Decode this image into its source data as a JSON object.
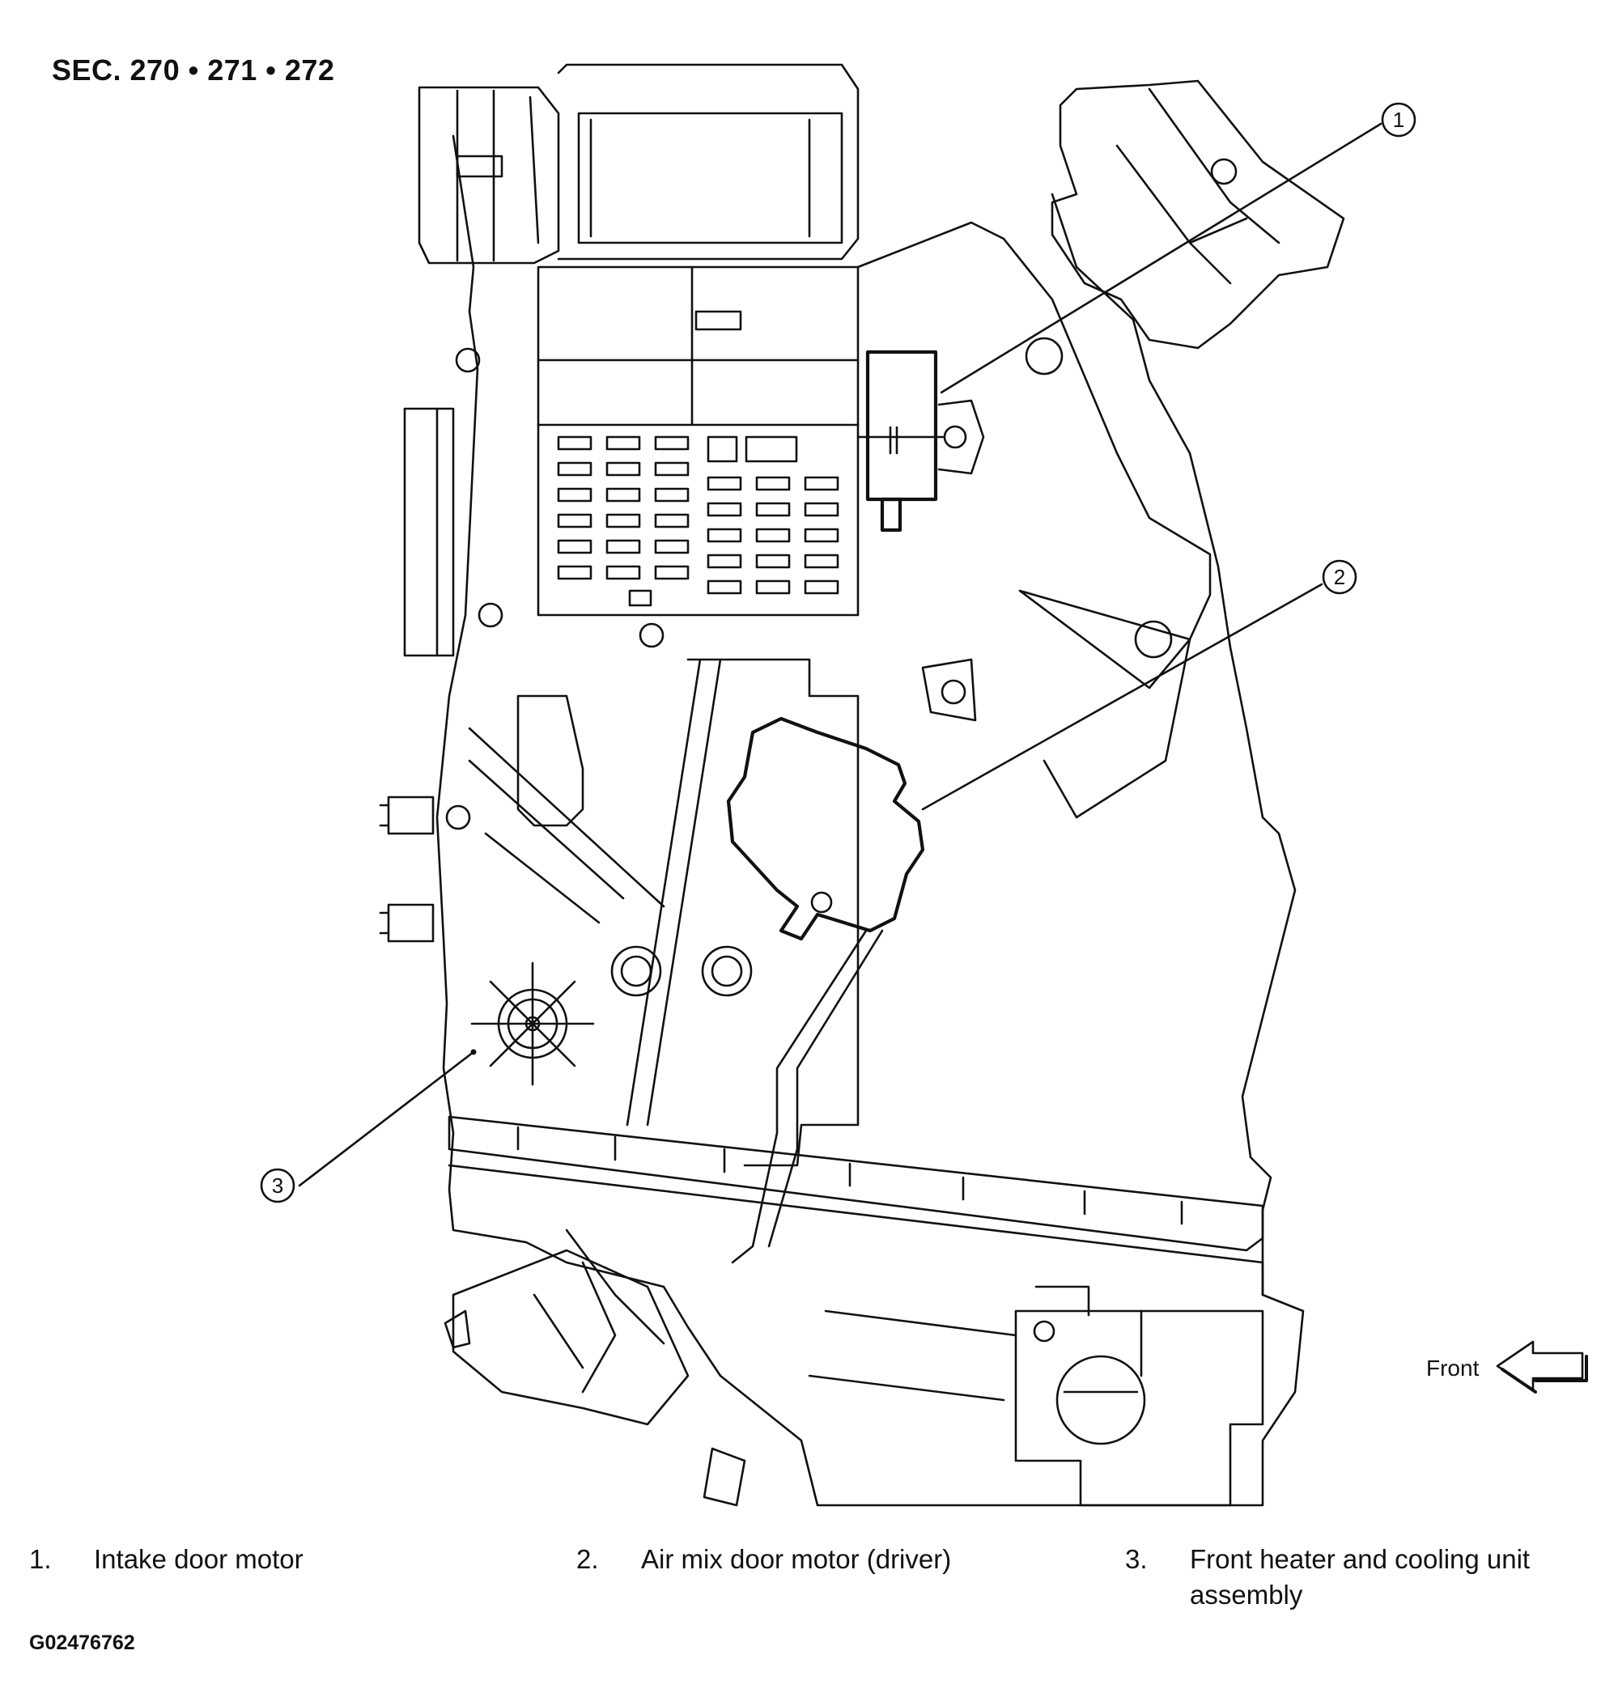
{
  "section_title": "SEC. 270 • 271 • 272",
  "callouts": [
    {
      "number": "1"
    },
    {
      "number": "2"
    },
    {
      "number": "3"
    }
  ],
  "front_label": "Front",
  "legend": [
    {
      "number": "1.",
      "text": "Intake door motor"
    },
    {
      "number": "2.",
      "text": "Air mix door motor (driver)"
    },
    {
      "number": "3.",
      "text": "Front heater and cooling unit assembly"
    }
  ],
  "figure_id": "G02476762"
}
